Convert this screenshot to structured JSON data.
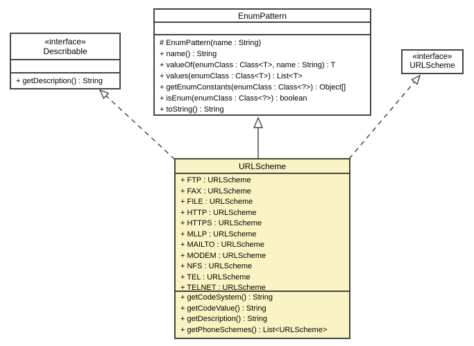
{
  "diagram": {
    "type": "uml-class-diagram",
    "colors": {
      "background": "#ffffff",
      "box_fill": "#ffffff",
      "highlight_fill": "#faf4c4",
      "border": "#454545",
      "text": "#000000"
    },
    "boxes": {
      "describable": {
        "stereotype": "«interface»",
        "name": "Describable",
        "attributes": [],
        "methods": [
          "+ getDescription() : String"
        ]
      },
      "enumPattern": {
        "name": "EnumPattern",
        "attributes": [],
        "methods": [
          "# EnumPattern(name : String)",
          "+ name() : String",
          "+ valueOf(enumClass : Class<T>, name : String) : T",
          "+ values(enumClass : Class<T>) : List<T>",
          "+ getEnumConstants(enumClass : Class<?>) : Object[]",
          "+ isEnum(enumClass : Class<?>) : boolean",
          "+ toString() : String"
        ]
      },
      "urlSchemeInterface": {
        "stereotype": "«interface»",
        "name": "URLScheme"
      },
      "urlSchemeClass": {
        "name": "URLScheme",
        "attributes": [
          "+ FTP : URLScheme",
          "+ FAX : URLScheme",
          "+ FILE : URLScheme",
          "+ HTTP : URLScheme",
          "+ HTTPS : URLScheme",
          "+ MLLP : URLScheme",
          "+ MAILTO : URLScheme",
          "+ MODEM : URLScheme",
          "+ NFS : URLScheme",
          "+ TEL : URLScheme",
          "+ TELNET : URLScheme"
        ],
        "methods": [
          "+ getCodeSystem() : String",
          "+ getCodeValue() : String",
          "+ getDescription() : String",
          "+ getPhoneSchemes() : List<URLScheme>"
        ]
      }
    },
    "relationships": [
      {
        "type": "realization",
        "from": "URLScheme",
        "to": "Describable",
        "line": "dashed",
        "arrow": "hollow-triangle"
      },
      {
        "type": "generalization",
        "from": "URLScheme",
        "to": "EnumPattern",
        "line": "solid",
        "arrow": "hollow-triangle"
      },
      {
        "type": "realization",
        "from": "URLScheme",
        "to": "URLScheme",
        "line": "dashed",
        "arrow": "hollow-triangle"
      }
    ]
  }
}
